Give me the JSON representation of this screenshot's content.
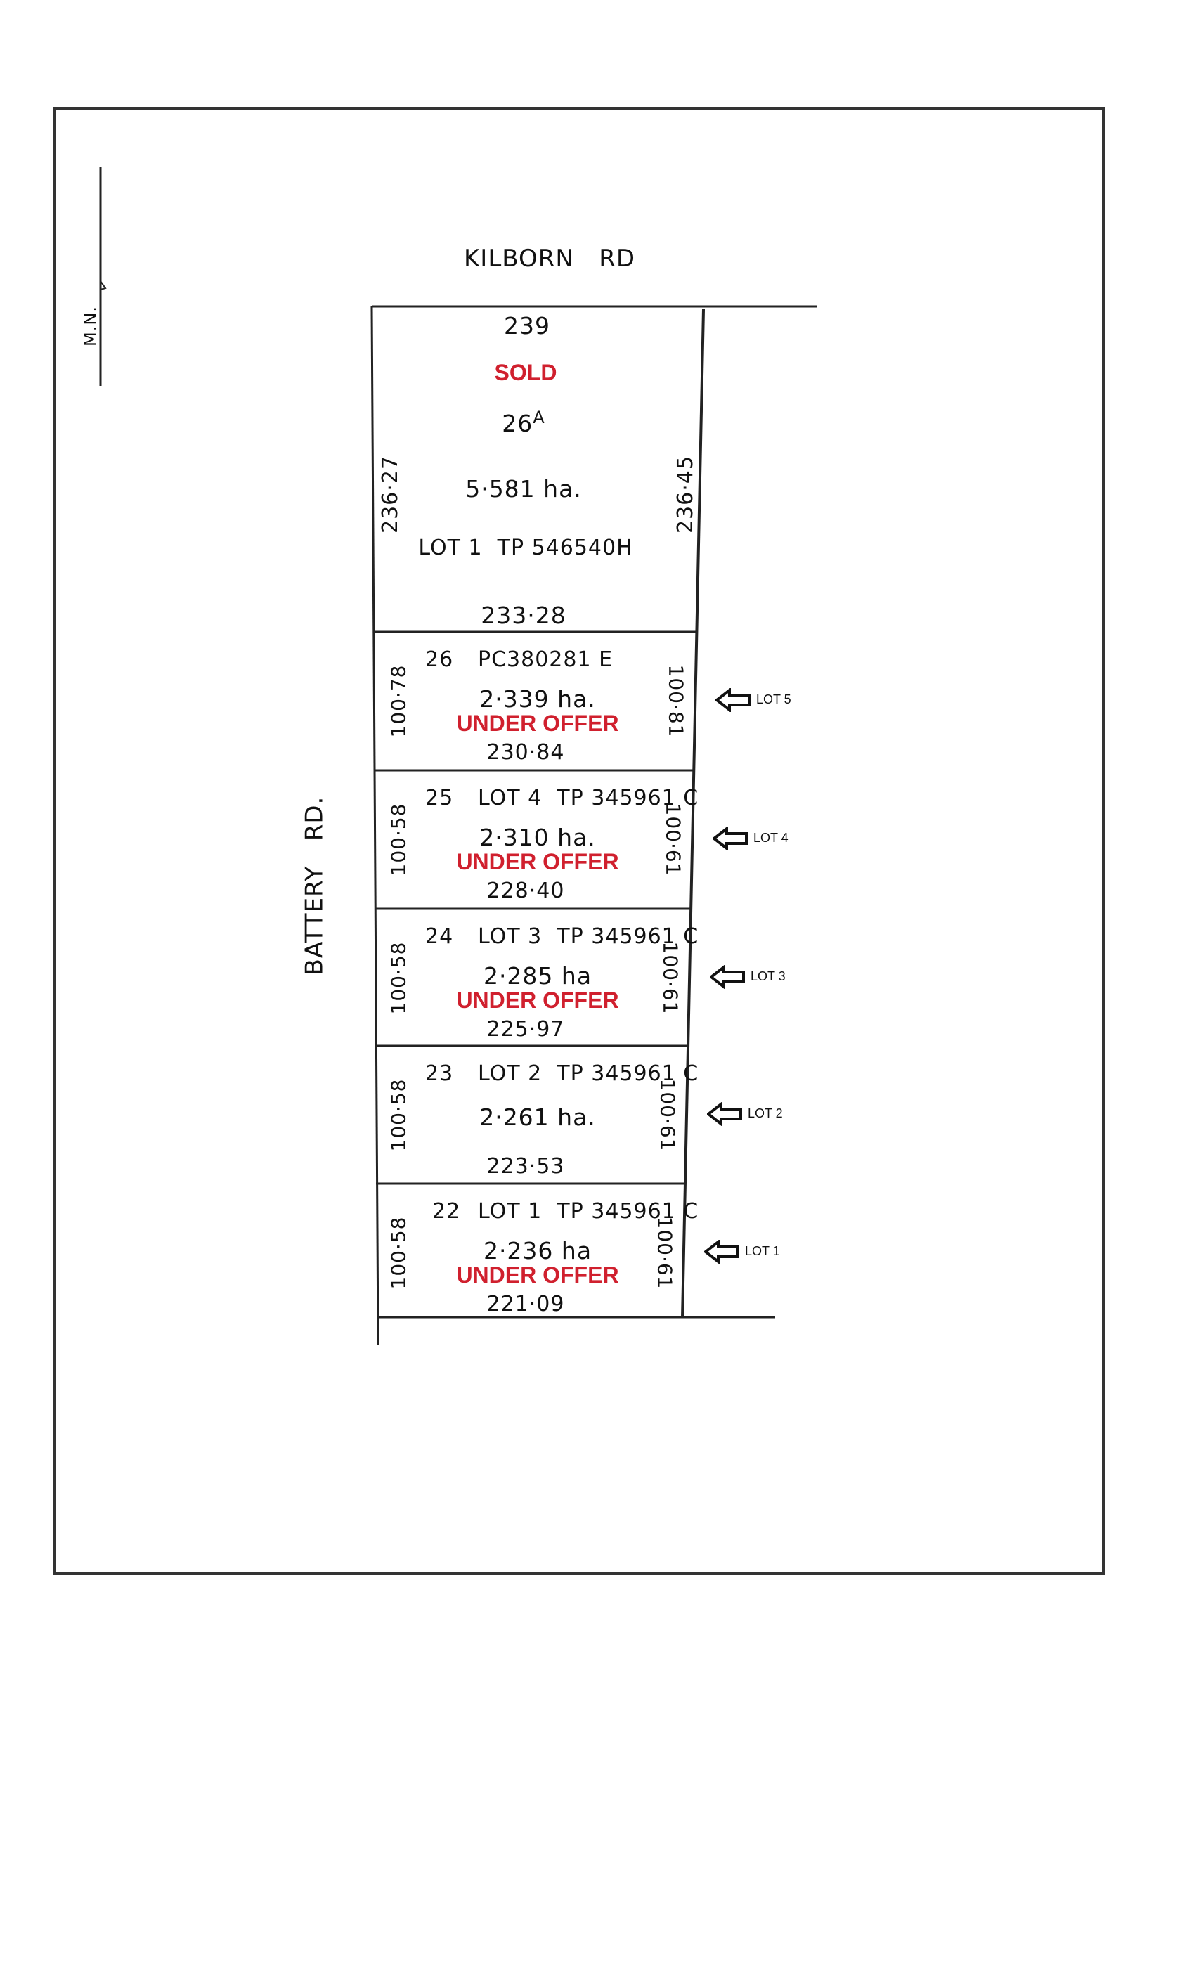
{
  "north_marker": "M.N.",
  "roads": {
    "top": "KILBORN   RD",
    "left": "BATTERY   RD."
  },
  "top_lot": {
    "frontage": "239",
    "status": "SOLD",
    "number": "26",
    "number_suffix": "A",
    "area": "5·581 ha.",
    "title": "LOT 1  TP 546540H",
    "rear": "233·28",
    "left_side": "236·27",
    "right_side": "236·45"
  },
  "lots": [
    {
      "number": "26",
      "title": "PC380281 E",
      "area": "2·339 ha.",
      "status": "UNDER OFFER",
      "rear": "230·84",
      "left_side": "100·78",
      "right_side": "100·81",
      "arrow_label": "LOT 5"
    },
    {
      "number": "25",
      "title": "LOT 4  TP 345961 C",
      "area": "2·310 ha.",
      "status": "UNDER OFFER",
      "rear": "228·40",
      "left_side": "100·58",
      "right_side": "100·61",
      "arrow_label": "LOT 4"
    },
    {
      "number": "24",
      "title": "LOT 3  TP 345961 C",
      "area": "2·285 ha",
      "status": "UNDER OFFER",
      "rear": "225·97",
      "left_side": "100·58",
      "right_side": "100·61",
      "arrow_label": "LOT 3"
    },
    {
      "number": "23",
      "title": "LOT 2  TP 345961 C",
      "area": "2·261 ha.",
      "status": "",
      "rear": "223·53",
      "left_side": "100·58",
      "right_side": "100·61",
      "arrow_label": "LOT 2"
    },
    {
      "number": "22",
      "title": "LOT 1  TP 345961 C",
      "area": "2·236 ha",
      "status": "UNDER OFFER",
      "rear": "221·09",
      "left_side": "100·58",
      "right_side": "100·61",
      "arrow_label": "LOT 1"
    }
  ],
  "colors": {
    "status": "#d0202e",
    "ink": "#111111"
  }
}
